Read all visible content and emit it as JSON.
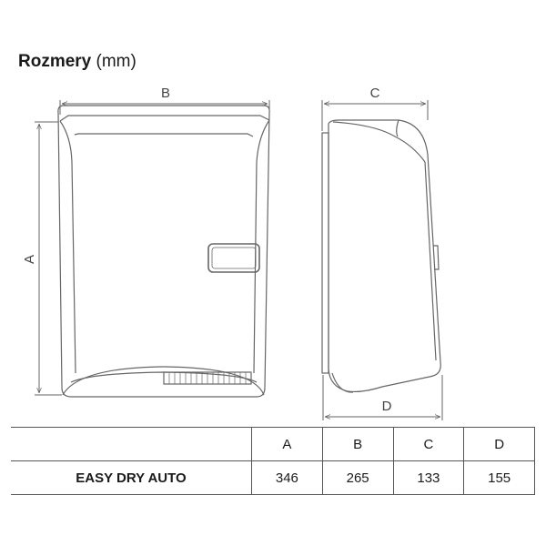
{
  "title": {
    "main": "Rozmery",
    "unit": "(mm)"
  },
  "dimension_labels": {
    "a": "A",
    "b": "B",
    "c": "C",
    "d": "D"
  },
  "table": {
    "headers": [
      "",
      "A",
      "B",
      "C",
      "D"
    ],
    "rows": [
      {
        "model": "EASY DRY AUTO",
        "values": [
          "346",
          "265",
          "133",
          "155"
        ]
      }
    ]
  },
  "colors": {
    "line": "#666666",
    "text": "#1a1a1a"
  }
}
